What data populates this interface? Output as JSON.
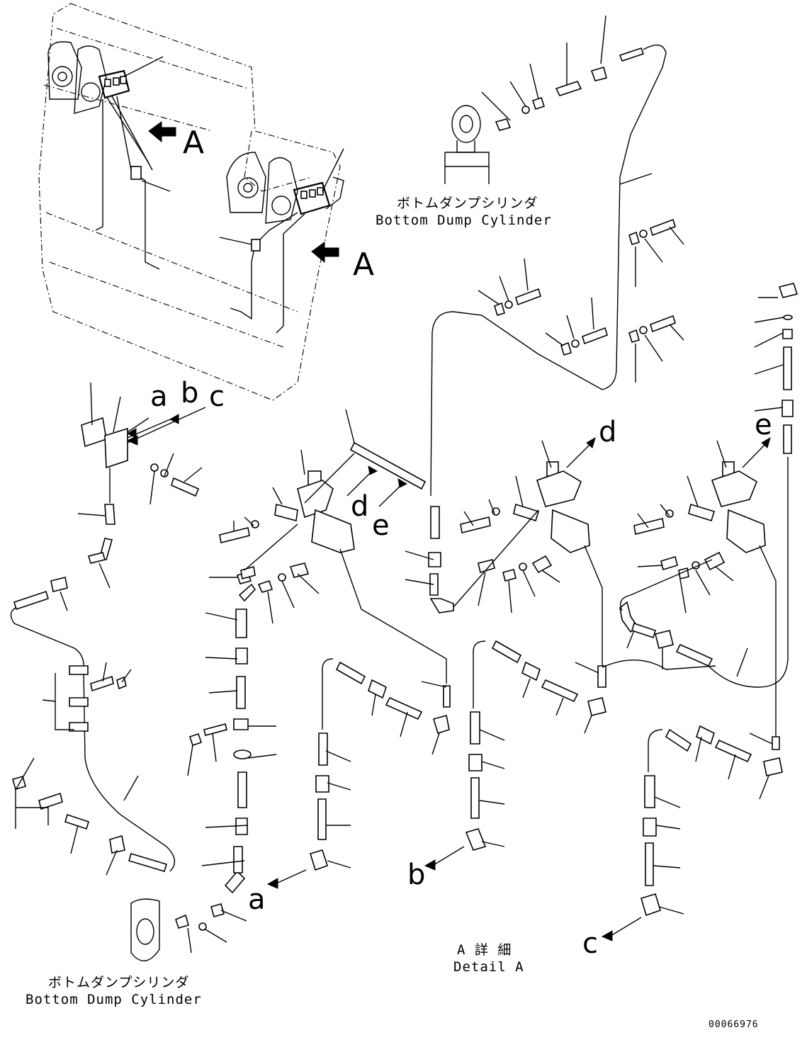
{
  "diagram": {
    "view_markers": {
      "arrow_a": "A",
      "arrow_a2": "A"
    },
    "connection_labels": {
      "a_top": "a",
      "b_top": "b",
      "c_top": "c",
      "d_mid": "d",
      "e_mid": "e",
      "d_right": "d",
      "e_right": "e",
      "a_bottom": "a",
      "b_bottom": "b",
      "c_bottom": "c"
    },
    "captions": {
      "top_cylinder_jp": "ボトムダンプシリンダ",
      "top_cylinder_en": "Bottom Dump Cylinder",
      "bottom_cylinder_jp": "ボトムダンプシリンダ",
      "bottom_cylinder_en": "Bottom Dump Cylinder",
      "detail_jp": "A 詳 細",
      "detail_en": "Detail A"
    },
    "drawing_number": "00066976"
  }
}
